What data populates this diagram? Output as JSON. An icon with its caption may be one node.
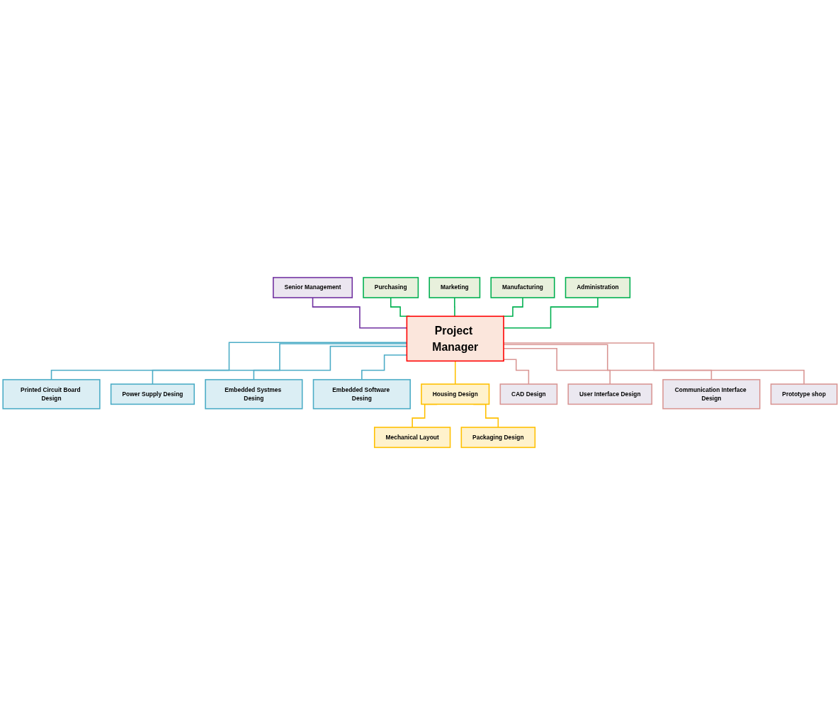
{
  "diagram": {
    "nodes": [
      {
        "text": [
          "Senior Management"
        ]
      },
      {
        "text": [
          "Purchasing"
        ]
      },
      {
        "text": [
          "Marketing"
        ]
      },
      {
        "text": [
          "Manufacturing"
        ]
      },
      {
        "text": [
          "Administration"
        ]
      },
      {
        "text": [
          "Project Manager"
        ]
      },
      {
        "text": [
          "Printed Circuit Board Design"
        ]
      },
      {
        "text": [
          "Power Supply Desing"
        ]
      },
      {
        "text": [
          "Embedded Systmes Desing"
        ]
      },
      {
        "text": [
          "Embedded Software Desing"
        ]
      },
      {
        "text": [
          "Housing Design"
        ]
      },
      {
        "text": [
          "Mechanical Layout"
        ]
      },
      {
        "text": [
          "Packaging Design"
        ]
      },
      {
        "text": [
          "CAD Design"
        ]
      },
      {
        "text": [
          "User Interface Design"
        ]
      },
      {
        "text": [
          "Communication Interface Design"
        ]
      },
      {
        "text": [
          "Prototype shop"
        ]
      }
    ],
    "edges": [
      {
        "from": 0,
        "to": 5,
        "arrow": "none",
        "color": "#7030a0"
      },
      {
        "from": 1,
        "to": 5,
        "arrow": "none",
        "color": "#00b050"
      },
      {
        "from": 2,
        "to": 5,
        "arrow": "none",
        "color": "#00b050"
      },
      {
        "from": 3,
        "to": 5,
        "arrow": "none",
        "color": "#00b050"
      },
      {
        "from": 4,
        "to": 5,
        "arrow": "none",
        "color": "#00b050"
      },
      {
        "from": 5,
        "to": 6,
        "arrow": "none",
        "color": "#4bacc6"
      },
      {
        "from": 5,
        "to": 7,
        "arrow": "none",
        "color": "#4bacc6"
      },
      {
        "from": 5,
        "to": 8,
        "arrow": "none",
        "color": "#4bacc6"
      },
      {
        "from": 5,
        "to": 9,
        "arrow": "none",
        "color": "#4bacc6"
      },
      {
        "from": 5,
        "to": 10,
        "arrow": "none",
        "color": "#ffc000"
      },
      {
        "from": 10,
        "to": 11,
        "arrow": "none",
        "color": "#ffc000"
      },
      {
        "from": 10,
        "to": 12,
        "arrow": "none",
        "color": "#ffc000"
      },
      {
        "from": 5,
        "to": 13,
        "arrow": "none",
        "color": "#d99694"
      },
      {
        "from": 5,
        "to": 14,
        "arrow": "none",
        "color": "#d99694"
      },
      {
        "from": 5,
        "to": 15,
        "arrow": "none",
        "color": "#d99694"
      },
      {
        "from": 5,
        "to": 16,
        "arrow": "none",
        "color": "#d99694"
      }
    ]
  }
}
